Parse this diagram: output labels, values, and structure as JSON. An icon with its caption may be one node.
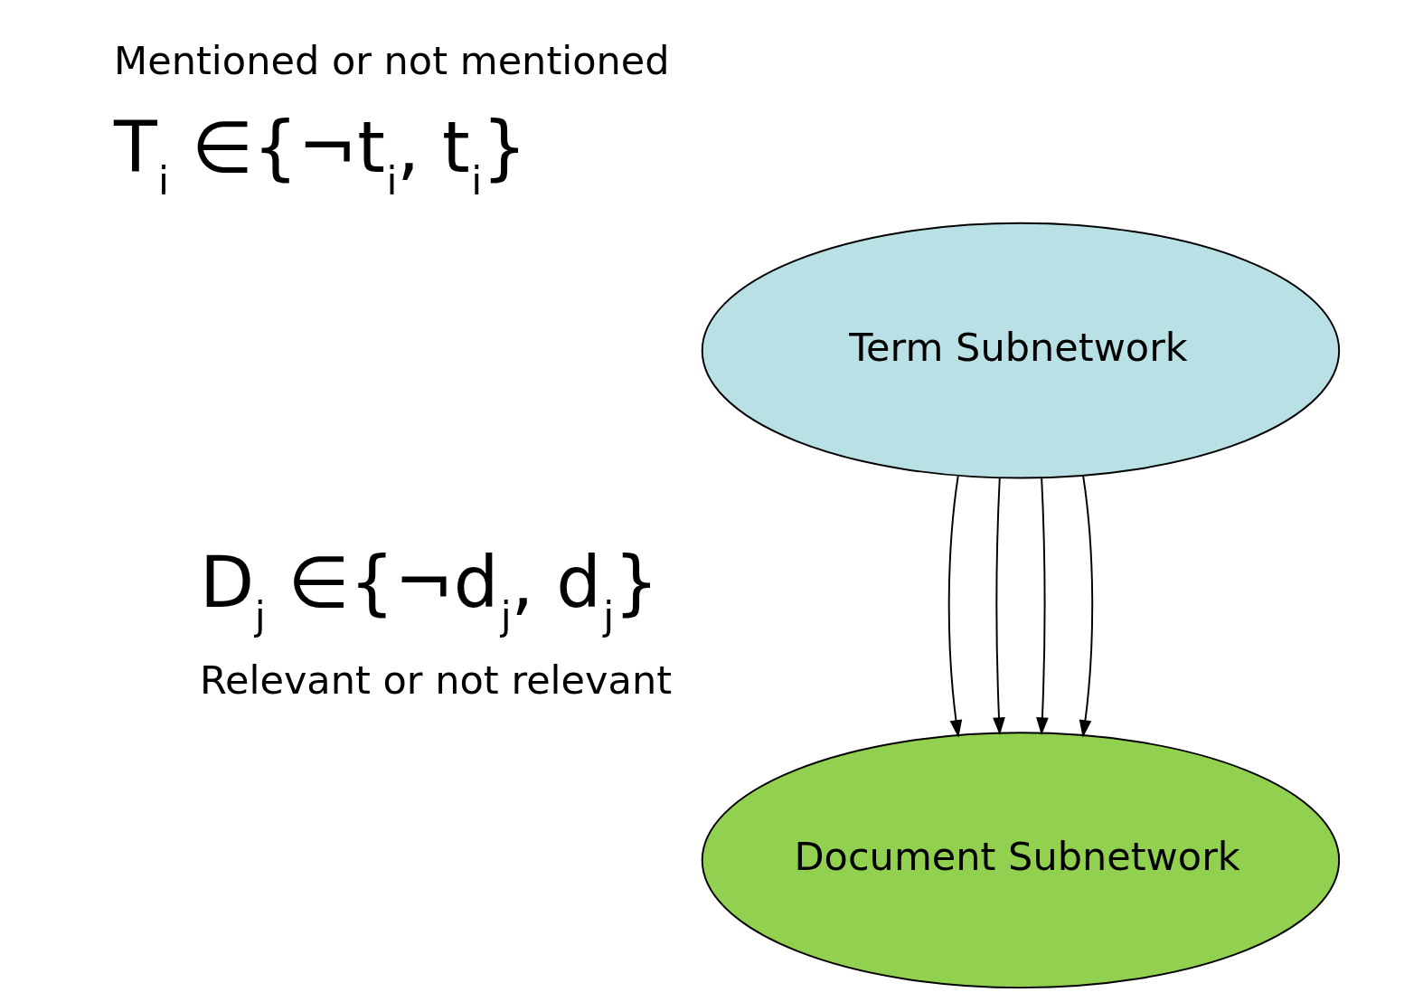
{
  "diagram": {
    "nodes": [
      {
        "text": [
          "Term Subnetwork"
        ],
        "beside": [
          "Mentioned or not mentioned",
          "T$_{i}$ ∈{¬t$_{i}$, t$_{i}$}"
        ]
      },
      {
        "text": [
          "Document Subnetwork"
        ],
        "beside": [
          "D$_{j}$ ∈{¬d$_{j}$, d$_{j}$}",
          "Relevant or not relevant"
        ]
      }
    ],
    "edges": [
      {
        "from": 0,
        "to": 1,
        "arrow": "to"
      },
      {
        "from": 0,
        "to": 1,
        "arrow": "to"
      },
      {
        "from": 0,
        "to": 1,
        "arrow": "to"
      },
      {
        "from": 0,
        "to": 1,
        "arrow": "to"
      }
    ]
  }
}
